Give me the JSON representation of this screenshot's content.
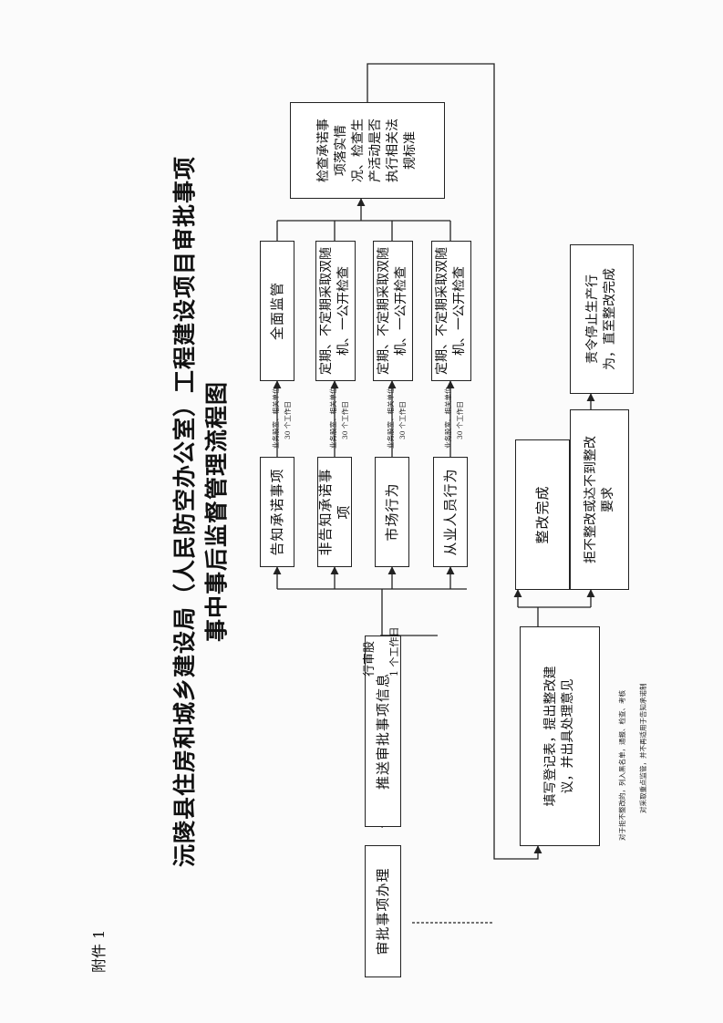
{
  "attachment_label": "附件 1",
  "title_line1": "沅陵县住房和城乡建设局（人民防空办公室）工程建设项目审批事项",
  "title_line2": "事中事后监督管理流程图",
  "nodes": {
    "approval_handling": "审批事项办理",
    "push_info": "推送审批事项信息",
    "notify_commitment": "告知承诺事项",
    "non_notify_commitment": "非告知承诺事项",
    "market_behavior": "市场行为",
    "practitioner_behavior": "从业人员行为",
    "full_supervision": "全面监管",
    "random_check_1": "定期、不定期采取双随机、一公开检查",
    "random_check_2": "定期、不定期采取双随机、一公开检查",
    "random_check_3": "定期、不定期采取双随机、一公开检查",
    "inspect_commitment": "检查承诺事项落实情况、检查生产活动是否执行相关法规标准",
    "fill_record": "填写登记表，提出整改建议，并出具处理意见",
    "rectify_done": "整改完成",
    "refuse_rectify": "拒不整改或达不到整改要求",
    "order_stop": "责令停止生产行为，直至整改完成"
  },
  "edge_labels": {
    "dept": "行审股",
    "one_day": "1 个工作日",
    "business_unit": "业务股室、相关单位",
    "thirty_days": "30 个工作日"
  },
  "footnotes": {
    "note1": "对于拒不整改的，列入黑名单，通报、检查、考核",
    "note2": "对采取重点监管，并不再适用于告知承诺制"
  }
}
